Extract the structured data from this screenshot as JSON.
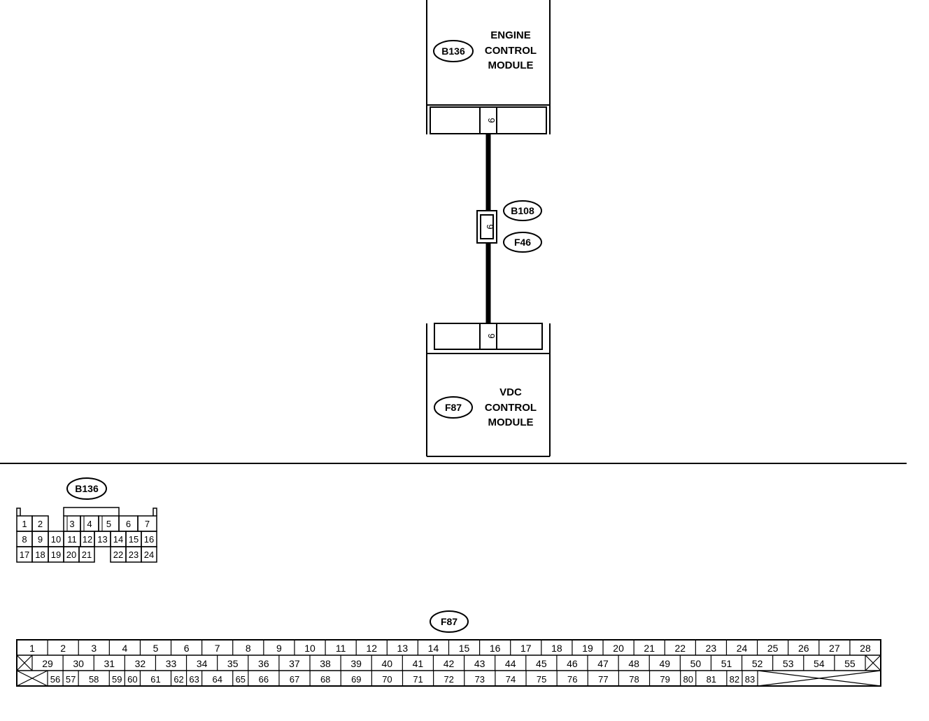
{
  "modules": {
    "ecm": {
      "connector": "B136",
      "name_lines": [
        "ENGINE",
        "CONTROL",
        "MODULE"
      ],
      "pin": "9"
    },
    "vdc": {
      "connector": "F87",
      "name_lines": [
        "VDC",
        "CONTROL",
        "MODULE"
      ],
      "pin": "9"
    }
  },
  "joint": {
    "upper_connector": "B108",
    "lower_connector": "F46",
    "pin": "9"
  },
  "connector_views": {
    "b136": {
      "label": "B136",
      "rows": [
        [
          "1",
          "2",
          "",
          "3",
          "4",
          "5",
          "6",
          "7"
        ],
        [
          "8",
          "9",
          "10",
          "11",
          "12",
          "13",
          "14",
          "15",
          "16"
        ],
        [
          "17",
          "18",
          "19",
          "20",
          "21",
          "",
          "22",
          "23",
          "24"
        ]
      ]
    },
    "f87": {
      "label": "F87",
      "row1": [
        "1",
        "2",
        "3",
        "4",
        "5",
        "6",
        "7",
        "8",
        "9",
        "10",
        "11",
        "12",
        "13",
        "14",
        "15",
        "16",
        "17",
        "18",
        "19",
        "20",
        "21",
        "22",
        "23",
        "24",
        "25",
        "26",
        "27",
        "28"
      ],
      "row2": [
        "29",
        "30",
        "31",
        "32",
        "33",
        "34",
        "35",
        "36",
        "37",
        "38",
        "39",
        "40",
        "41",
        "42",
        "43",
        "44",
        "45",
        "46",
        "47",
        "48",
        "49",
        "50",
        "51",
        "52",
        "53",
        "54",
        "55"
      ],
      "row3": [
        "56",
        "57",
        "58",
        "59",
        "60",
        "61",
        "62",
        "63",
        "64",
        "65",
        "66",
        "67",
        "68",
        "69",
        "70",
        "71",
        "72",
        "73",
        "74",
        "75",
        "76",
        "77",
        "78",
        "79",
        "80",
        "81",
        "82",
        "83"
      ]
    }
  }
}
